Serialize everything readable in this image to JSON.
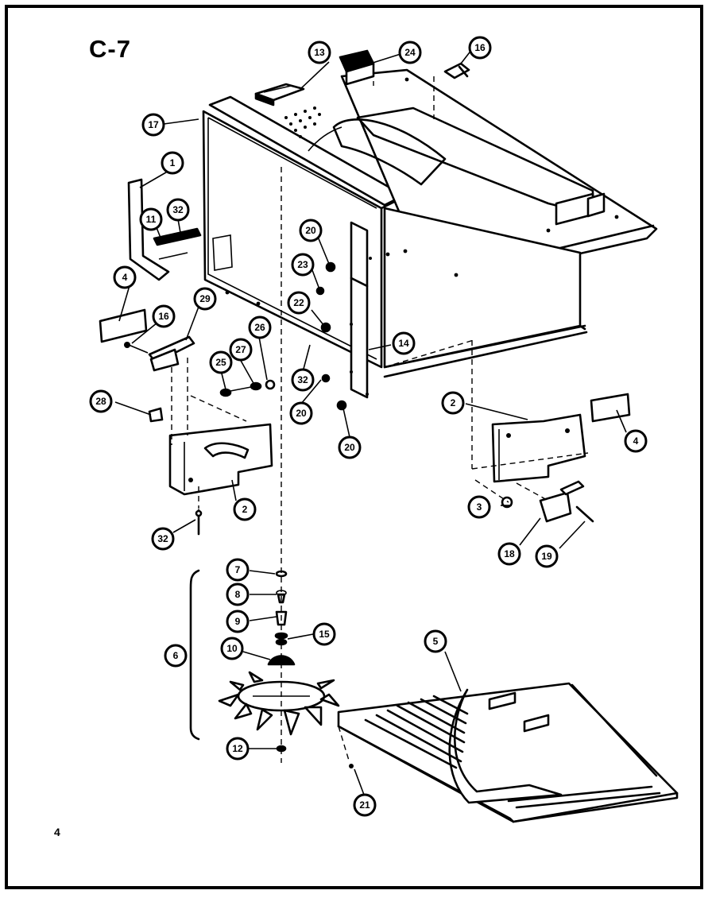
{
  "diagram": {
    "title": "C-7",
    "page_number": "4",
    "callouts": [
      {
        "id": "c13",
        "label": "13"
      },
      {
        "id": "c24",
        "label": "24"
      },
      {
        "id": "c16a",
        "label": "16"
      },
      {
        "id": "c17",
        "label": "17"
      },
      {
        "id": "c1",
        "label": "1"
      },
      {
        "id": "c32a",
        "label": "32"
      },
      {
        "id": "c11",
        "label": "11"
      },
      {
        "id": "c20a",
        "label": "20"
      },
      {
        "id": "c23",
        "label": "23"
      },
      {
        "id": "c4a",
        "label": "4"
      },
      {
        "id": "c29",
        "label": "29"
      },
      {
        "id": "c16b",
        "label": "16"
      },
      {
        "id": "c22",
        "label": "22"
      },
      {
        "id": "c26",
        "label": "26"
      },
      {
        "id": "c27",
        "label": "27"
      },
      {
        "id": "c25",
        "label": "25"
      },
      {
        "id": "c14",
        "label": "14"
      },
      {
        "id": "c32b",
        "label": "32"
      },
      {
        "id": "c28",
        "label": "28"
      },
      {
        "id": "c20b",
        "label": "20"
      },
      {
        "id": "c20c",
        "label": "20"
      },
      {
        "id": "c2a",
        "label": "2"
      },
      {
        "id": "c4b",
        "label": "4"
      },
      {
        "id": "c2b",
        "label": "2"
      },
      {
        "id": "c32c",
        "label": "32"
      },
      {
        "id": "c3",
        "label": "3"
      },
      {
        "id": "c18",
        "label": "18"
      },
      {
        "id": "c19",
        "label": "19"
      },
      {
        "id": "c7",
        "label": "7"
      },
      {
        "id": "c8",
        "label": "8"
      },
      {
        "id": "c9",
        "label": "9"
      },
      {
        "id": "c15",
        "label": "15"
      },
      {
        "id": "c10",
        "label": "10"
      },
      {
        "id": "c6",
        "label": "6"
      },
      {
        "id": "c5",
        "label": "5"
      },
      {
        "id": "c12",
        "label": "12"
      },
      {
        "id": "c21",
        "label": "21"
      }
    ]
  }
}
